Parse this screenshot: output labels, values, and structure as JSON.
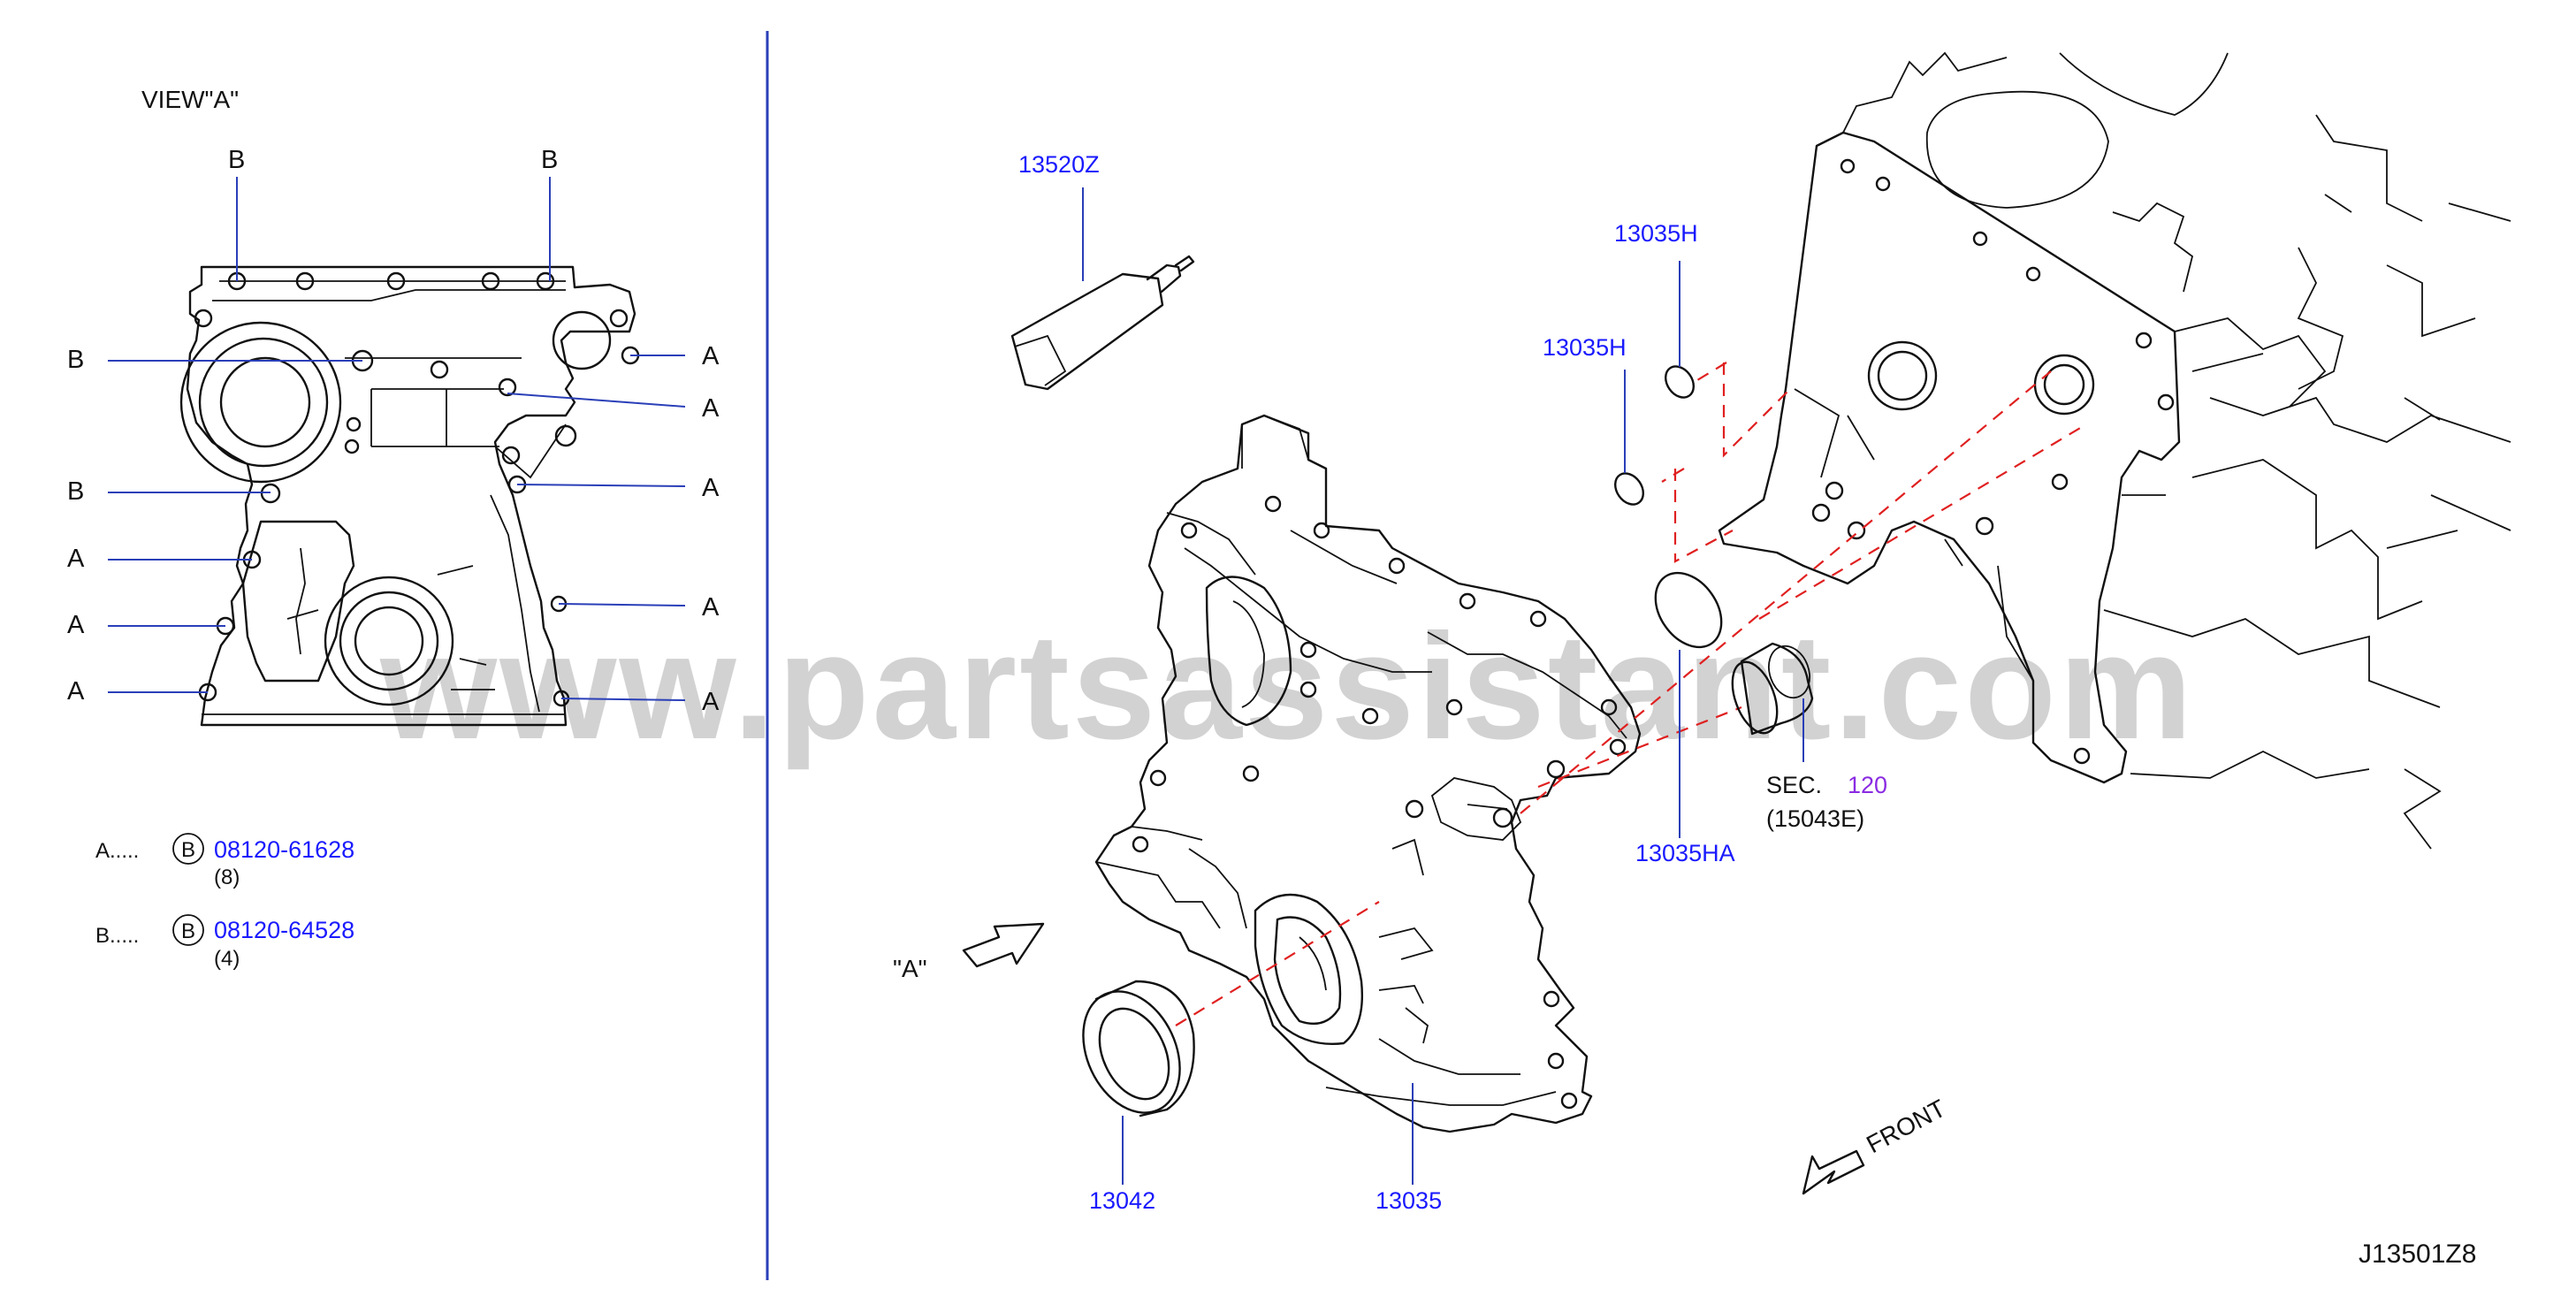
{
  "view_title": "VIEW\"A\"",
  "view_marks": {
    "top_left": "B",
    "top_right": "B",
    "left_1": "B",
    "left_2": "B",
    "left_3": "A",
    "left_4": "A",
    "left_5": "A",
    "right_1": "A",
    "right_2": "A",
    "right_3": "A",
    "right_4": "A",
    "right_5": "A"
  },
  "bolt_legend": [
    {
      "prefix": "A.....",
      "symbol": "B",
      "part": "08120-61628",
      "qty": "(8)"
    },
    {
      "prefix": "B.....",
      "symbol": "B",
      "part": "08120-64528",
      "qty": "(4)"
    }
  ],
  "view_arrow_label": "\"A\"",
  "parts": {
    "p13520z": "13520Z",
    "p13035h_1": "13035H",
    "p13035h_2": "13035H",
    "p13035ha": "13035HA",
    "p13042": "13042",
    "p13035": "13035"
  },
  "sec_ref": {
    "label": "SEC.",
    "number": "120",
    "sub": "(15043E)"
  },
  "front_label": "FRONT",
  "diagram_id": "J13501Z8",
  "watermark": "www.partsassistant.com",
  "colors": {
    "part_link": "#1a1aff",
    "section_link": "#8a2be2",
    "leader": "#2a3fb8",
    "dashed": "#e02020"
  }
}
